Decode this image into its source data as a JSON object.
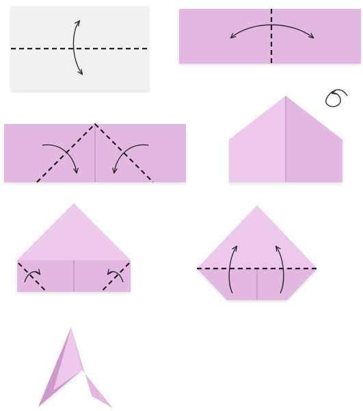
{
  "diagram": {
    "colors": {
      "background": "#ffffff",
      "paper_white": "#f1f1f1",
      "paper_pink": "#e2b7e0",
      "paper_pink_light": "#ecc9ea",
      "paper_pink_dark": "#cc9bcb",
      "fold_line": "#1f1f22"
    },
    "steps": [
      {
        "id": "step-1",
        "action": "fold-in-half-lengthwise",
        "icon": "curved-arrow-down-icon"
      },
      {
        "id": "step-2",
        "action": "fold-in-half-widthwise",
        "icon": "double-arrow-icon"
      },
      {
        "id": "step-3",
        "action": "fold-corners-to-center",
        "icon": "curved-arrow-icon"
      },
      {
        "id": "step-4",
        "action": "turn-over",
        "icon": "flip-over-icon"
      },
      {
        "id": "step-5",
        "action": "fold-small-corners",
        "icon": "curved-arrow-icon"
      },
      {
        "id": "step-6",
        "action": "fold-bottom-up",
        "icon": "curved-arrow-up-icon"
      },
      {
        "id": "step-7",
        "action": "fold-in-half-finished-module",
        "icon": ""
      }
    ]
  }
}
